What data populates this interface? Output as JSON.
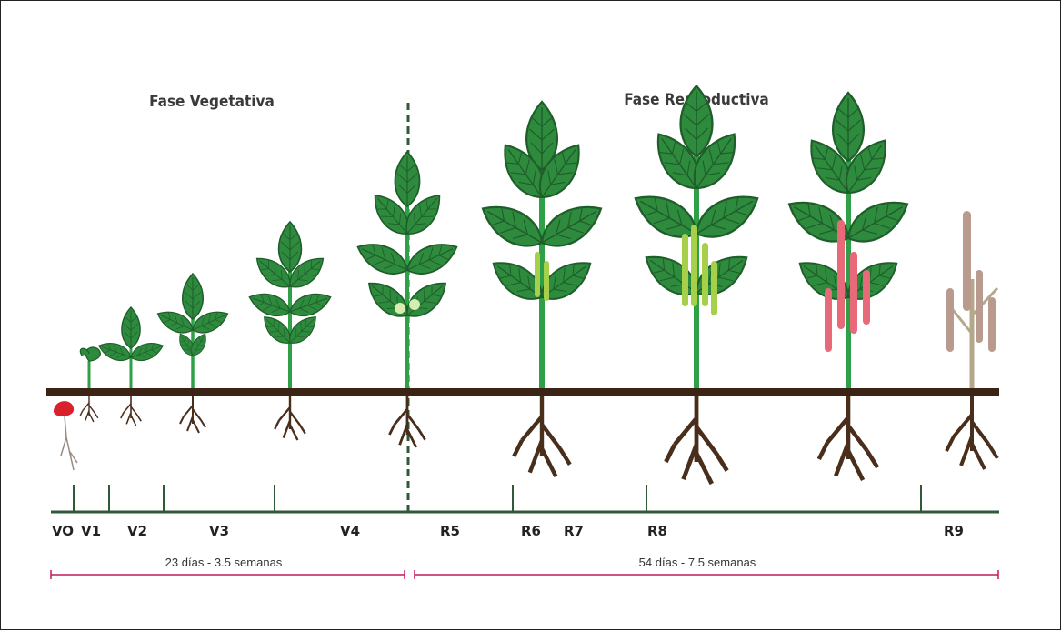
{
  "phases": {
    "vegetative": "Fase Vegetativa",
    "reproductive": "Fase Reproductiva"
  },
  "stages": [
    "VO",
    "V1",
    "V2",
    "V3",
    "V4",
    "R5",
    "R6",
    "R7",
    "R8",
    "R9"
  ],
  "durations": {
    "vegetative": "23 días - 3.5 semanas",
    "reproductive": "54 días - 7.5 semanas"
  },
  "colors": {
    "leaf": "#2e8b3e",
    "leaf_dark": "#1f5e2a",
    "stem": "#2fa047",
    "soil": "#3b2416",
    "root": "#4a2e1c",
    "seed": "#d9212c",
    "pod_green": "#a6cf4a",
    "pod_pink": "#e8697a",
    "dry_plant": "#b89a8e",
    "timeline": "#2f5a3a",
    "duration_line": "#c2185b"
  },
  "icons": [
    "bean-seed-icon",
    "sprout-icon",
    "bean-plant-icon",
    "bean-plant-with-pods-icon",
    "dry-bean-plant-icon"
  ]
}
